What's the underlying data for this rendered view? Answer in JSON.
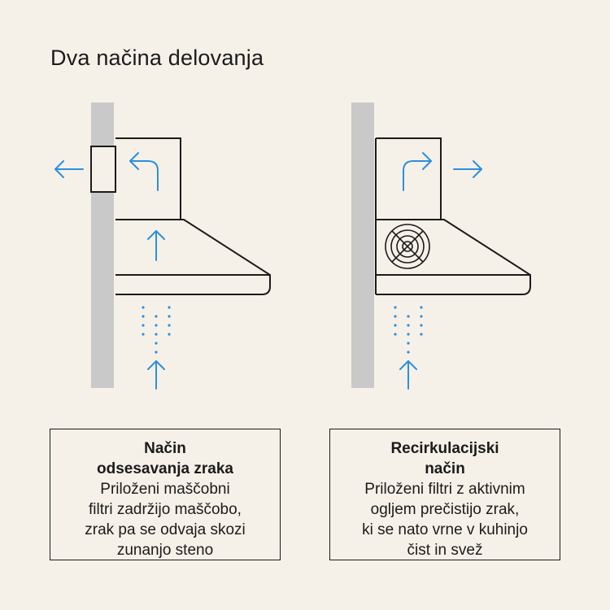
{
  "title": "Dva načina delovanja",
  "colors": {
    "background": "#f6f1e8",
    "wall": "#c9c9c9",
    "outline": "#1b1b1b",
    "airflow_arrow": "#2b8fe0"
  },
  "panels": [
    {
      "id": "extraction",
      "icons": [
        "wall",
        "range-hood",
        "duct-outlet",
        "arrow-left-icon",
        "turn-left-arrow-icon",
        "arrow-up-icon",
        "steam-dots",
        "arrow-up-icon"
      ],
      "caption": {
        "heading_line1": "Način",
        "heading_line2": "odsesavanja zraka",
        "desc_line1": "Priloženi maščobni",
        "desc_line2": "filtri zadržijo maščobo,",
        "desc_line3": "zrak pa se odvaja skozi",
        "desc_line4": "zunanjo steno"
      }
    },
    {
      "id": "recirculation",
      "icons": [
        "wall",
        "range-hood",
        "fan-icon",
        "turn-right-arrow-icon",
        "arrow-right-icon",
        "steam-dots",
        "arrow-up-icon"
      ],
      "caption": {
        "heading_line1": "Recirkulacijski",
        "heading_line2": "način",
        "desc_line1": "Priloženi filtri z aktivnim",
        "desc_line2": "ogljem prečistijo zrak,",
        "desc_line3": "ki se nato vrne v kuhinjo",
        "desc_line4": "čist in svež"
      }
    }
  ]
}
